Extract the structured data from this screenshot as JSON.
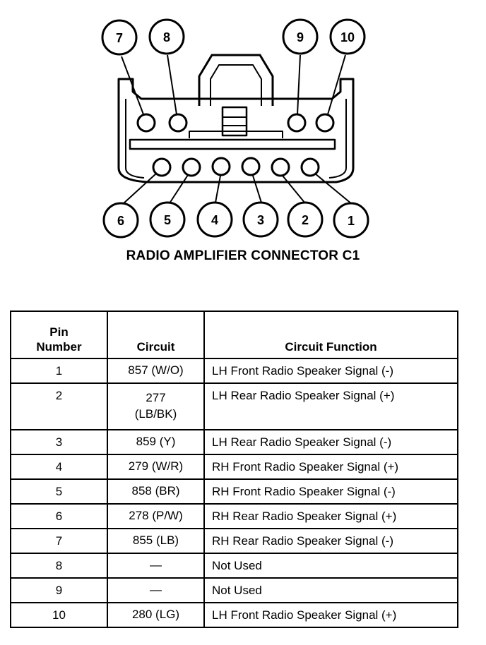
{
  "connector": {
    "caption": "RADIO AMPLIFIER CONNECTOR C1",
    "callouts": {
      "top": [
        "7",
        "8",
        "9",
        "10"
      ],
      "bottom": [
        "6",
        "5",
        "4",
        "3",
        "2",
        "1"
      ]
    }
  },
  "table": {
    "headers": {
      "pin": "Pin Number",
      "circuit": "Circuit",
      "function": "Circuit Function"
    },
    "rows": [
      {
        "pin": "1",
        "circuit": [
          "857 (W/O)"
        ],
        "function": "LH Front Radio Speaker Signal (-)"
      },
      {
        "pin": "2",
        "circuit": [
          "277",
          "(LB/BK)"
        ],
        "function": "LH Rear Radio Speaker Signal (+)"
      },
      {
        "pin": "3",
        "circuit": [
          "859 (Y)"
        ],
        "function": "LH Rear Radio Speaker Signal (-)"
      },
      {
        "pin": "4",
        "circuit": [
          "279 (W/R)"
        ],
        "function": "RH Front Radio Speaker Signal (+)"
      },
      {
        "pin": "5",
        "circuit": [
          "858 (BR)"
        ],
        "function": "RH Front Radio Speaker Signal (-)"
      },
      {
        "pin": "6",
        "circuit": [
          "278 (P/W)"
        ],
        "function": "RH Rear Radio Speaker Signal (+)"
      },
      {
        "pin": "7",
        "circuit": [
          "855 (LB)"
        ],
        "function": "RH Rear Radio Speaker Signal (-)"
      },
      {
        "pin": "8",
        "circuit": [
          "—"
        ],
        "function": "Not Used"
      },
      {
        "pin": "9",
        "circuit": [
          "—"
        ],
        "function": "Not Used"
      },
      {
        "pin": "10",
        "circuit": [
          "280 (LG)"
        ],
        "function": "LH Front Radio Speaker Signal (+)"
      }
    ]
  }
}
